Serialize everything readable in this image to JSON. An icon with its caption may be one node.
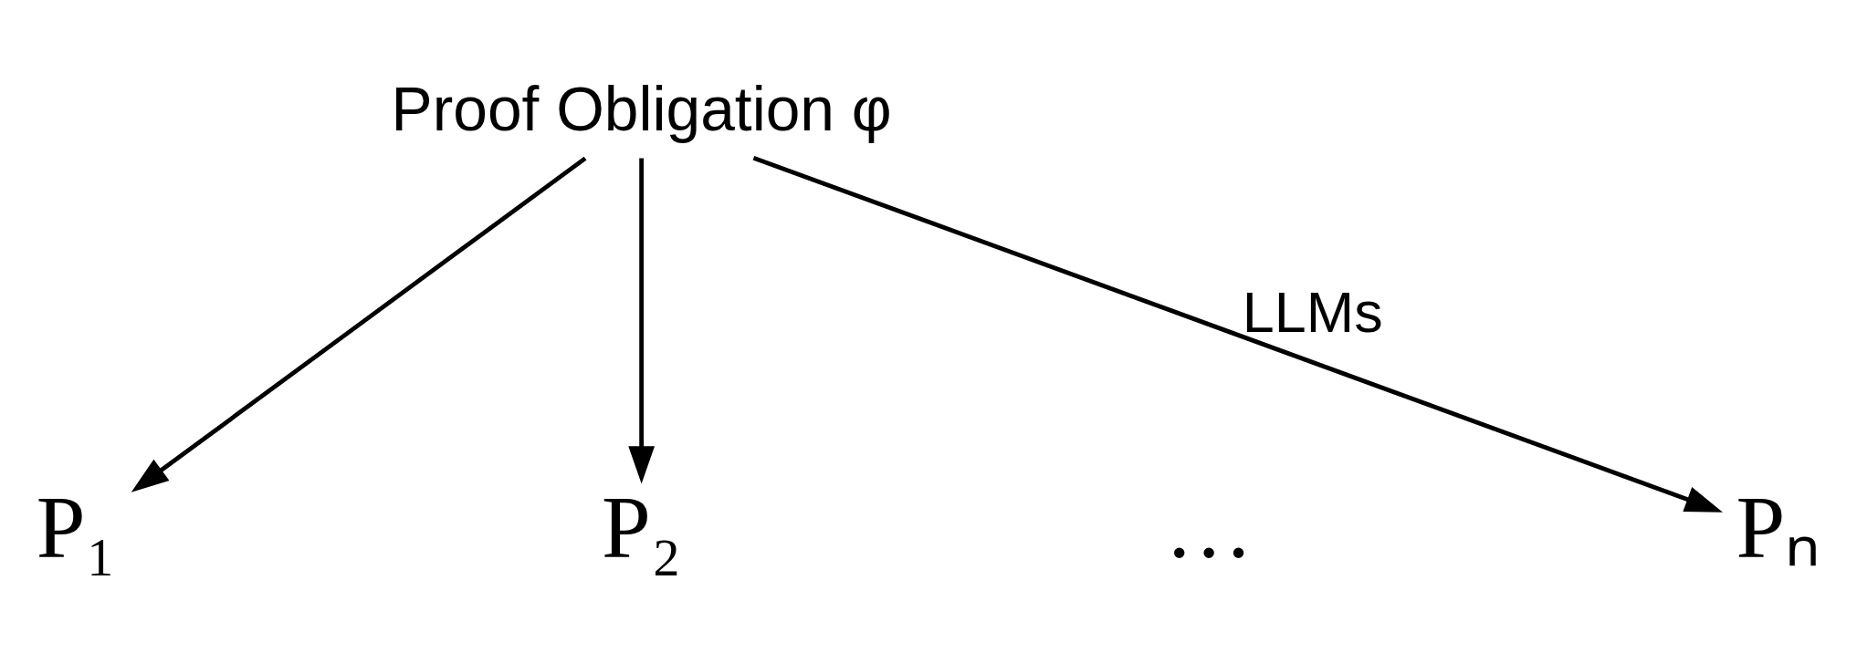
{
  "diagram": {
    "nodes": [
      {
        "text": [
          "Proof Obligation φ"
        ]
      },
      {
        "text": [
          "P₁"
        ]
      },
      {
        "text": [
          "P₂"
        ]
      },
      {
        "text": [
          "Pₙ"
        ]
      }
    ],
    "edges": [
      {
        "from": 0,
        "to": 1,
        "arrow": "to"
      },
      {
        "from": 0,
        "to": 2,
        "arrow": "to"
      },
      {
        "from": 0,
        "to": 3,
        "arrow": "to",
        "label": "LLMs"
      }
    ],
    "labels": [
      "…"
    ]
  }
}
